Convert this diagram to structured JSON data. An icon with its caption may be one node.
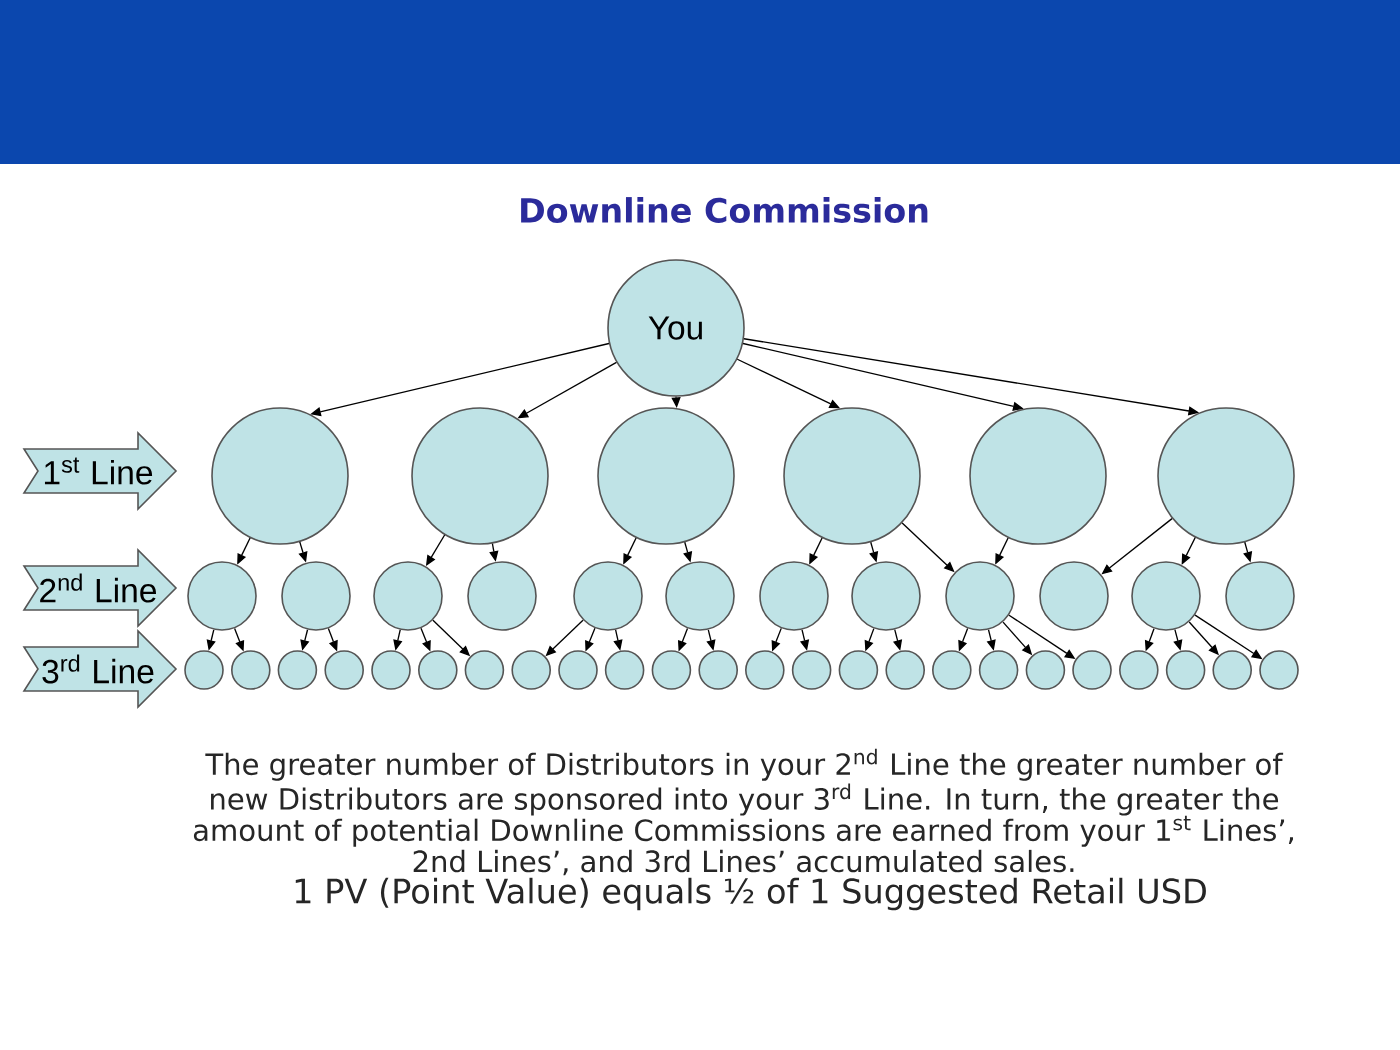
{
  "diagram": {
    "title": "Downline Commission",
    "nodes": [
      {
        "text": [
          "You"
        ]
      },
      {
        "text": [
          "1$^{st}$ Line"
        ]
      },
      {
        "text": [],
        "shape": "circle"
      },
      {
        "text": [],
        "shape": "circle"
      },
      {
        "text": [],
        "shape": "circle"
      },
      {
        "text": [],
        "shape": "circle"
      },
      {
        "text": [],
        "shape": "circle"
      },
      {
        "text": [],
        "shape": "circle"
      },
      {
        "text": [
          "2$^{nd}$ Line"
        ]
      },
      {
        "text": [],
        "shape": "circle"
      },
      {
        "text": [],
        "shape": "circle"
      },
      {
        "text": [],
        "shape": "circle"
      },
      {
        "text": [],
        "shape": "circle"
      },
      {
        "text": [],
        "shape": "circle"
      },
      {
        "text": [],
        "shape": "circle"
      },
      {
        "text": [],
        "shape": "circle"
      },
      {
        "text": [],
        "shape": "circle"
      },
      {
        "text": [],
        "shape": "circle"
      },
      {
        "text": [],
        "shape": "circle"
      },
      {
        "text": [],
        "shape": "circle"
      },
      {
        "text": [],
        "shape": "circle"
      },
      {
        "text": [
          "3$^{rd}$ Line"
        ]
      },
      {
        "text": [],
        "shape": "circle"
      },
      {
        "text": [],
        "shape": "circle"
      },
      {
        "text": [],
        "shape": "circle"
      },
      {
        "text": [],
        "shape": "circle"
      },
      {
        "text": [],
        "shape": "circle"
      },
      {
        "text": [],
        "shape": "circle"
      },
      {
        "text": [],
        "shape": "circle"
      },
      {
        "text": [],
        "shape": "circle"
      },
      {
        "text": [],
        "shape": "circle"
      },
      {
        "text": [],
        "shape": "circle"
      },
      {
        "text": [],
        "shape": "circle"
      },
      {
        "text": [],
        "shape": "circle"
      },
      {
        "text": [],
        "shape": "circle"
      },
      {
        "text": [],
        "shape": "circle"
      },
      {
        "text": [],
        "shape": "circle"
      },
      {
        "text": [],
        "shape": "circle"
      },
      {
        "text": [],
        "shape": "circle"
      },
      {
        "text": [],
        "shape": "circle"
      },
      {
        "text": [],
        "shape": "circle"
      },
      {
        "text": [],
        "shape": "circle"
      },
      {
        "text": [],
        "shape": "circle"
      },
      {
        "text": [],
        "shape": "circle"
      },
      {
        "text": [],
        "shape": "circle"
      },
      {
        "text": [],
        "shape": "circle"
      }
    ],
    "edges": [
      {
        "from": 0,
        "to": 2,
        "arrow": "to"
      },
      {
        "from": 0,
        "to": 3,
        "arrow": "to"
      },
      {
        "from": 0,
        "to": 4,
        "arrow": "to"
      },
      {
        "from": 0,
        "to": 5,
        "arrow": "to"
      },
      {
        "from": 0,
        "to": 6,
        "arrow": "to"
      },
      {
        "from": 0,
        "to": 7,
        "arrow": "to"
      },
      {
        "from": 2,
        "to": 9,
        "arrow": "to"
      },
      {
        "from": 2,
        "to": 10,
        "arrow": "to"
      },
      {
        "from": 3,
        "to": 11,
        "arrow": "to"
      },
      {
        "from": 3,
        "to": 12,
        "arrow": "to"
      },
      {
        "from": 4,
        "to": 13,
        "arrow": "to"
      },
      {
        "from": 4,
        "to": 14,
        "arrow": "to"
      },
      {
        "from": 5,
        "to": 15,
        "arrow": "to"
      },
      {
        "from": 5,
        "to": 16,
        "arrow": "to"
      },
      {
        "from": 5,
        "to": 17,
        "arrow": "to"
      },
      {
        "from": 6,
        "to": 17,
        "arrow": "to"
      },
      {
        "from": 7,
        "to": 18,
        "arrow": "to"
      },
      {
        "from": 7,
        "to": 19,
        "arrow": "to"
      },
      {
        "from": 7,
        "to": 20,
        "arrow": "to"
      },
      {
        "from": 9,
        "to": 22,
        "arrow": "to"
      },
      {
        "from": 9,
        "to": 23,
        "arrow": "to"
      },
      {
        "from": 10,
        "to": 24,
        "arrow": "to"
      },
      {
        "from": 10,
        "to": 25,
        "arrow": "to"
      },
      {
        "from": 11,
        "to": 26,
        "arrow": "to"
      },
      {
        "from": 11,
        "to": 27,
        "arrow": "to"
      },
      {
        "from": 11,
        "to": 28,
        "arrow": "to"
      },
      {
        "from": 13,
        "to": 29,
        "arrow": "to"
      },
      {
        "from": 13,
        "to": 30,
        "arrow": "to"
      },
      {
        "from": 13,
        "to": 31,
        "arrow": "to"
      },
      {
        "from": 14,
        "to": 32,
        "arrow": "to"
      },
      {
        "from": 14,
        "to": 33,
        "arrow": "to"
      },
      {
        "from": 15,
        "to": 34,
        "arrow": "to"
      },
      {
        "from": 15,
        "to": 35,
        "arrow": "to"
      },
      {
        "from": 16,
        "to": 36,
        "arrow": "to"
      },
      {
        "from": 16,
        "to": 37,
        "arrow": "to"
      },
      {
        "from": 17,
        "to": 38,
        "arrow": "to"
      },
      {
        "from": 17,
        "to": 39,
        "arrow": "to"
      },
      {
        "from": 17,
        "to": 40,
        "arrow": "to"
      },
      {
        "from": 17,
        "to": 41,
        "arrow": "to"
      },
      {
        "from": 19,
        "to": 42,
        "arrow": "to"
      },
      {
        "from": 19,
        "to": 43,
        "arrow": "to"
      },
      {
        "from": 19,
        "to": 44,
        "arrow": "to"
      },
      {
        "from": 19,
        "to": 45,
        "arrow": "to"
      }
    ],
    "labels": [
      "The greater number of Distributors in your 2$^{nd}$ Line the greater number of new Distributors are sponsored into your 3$^{rd}$ Line. In turn, the greater the amount of potential Downline Commissions are earned from your 1$^{st}$ Lines’, 2nd Lines’, and 3rd Lines’ accumulated sales.",
      "1 PV (Point Value) equals ½ of 1 Suggested Retail USD"
    ]
  }
}
